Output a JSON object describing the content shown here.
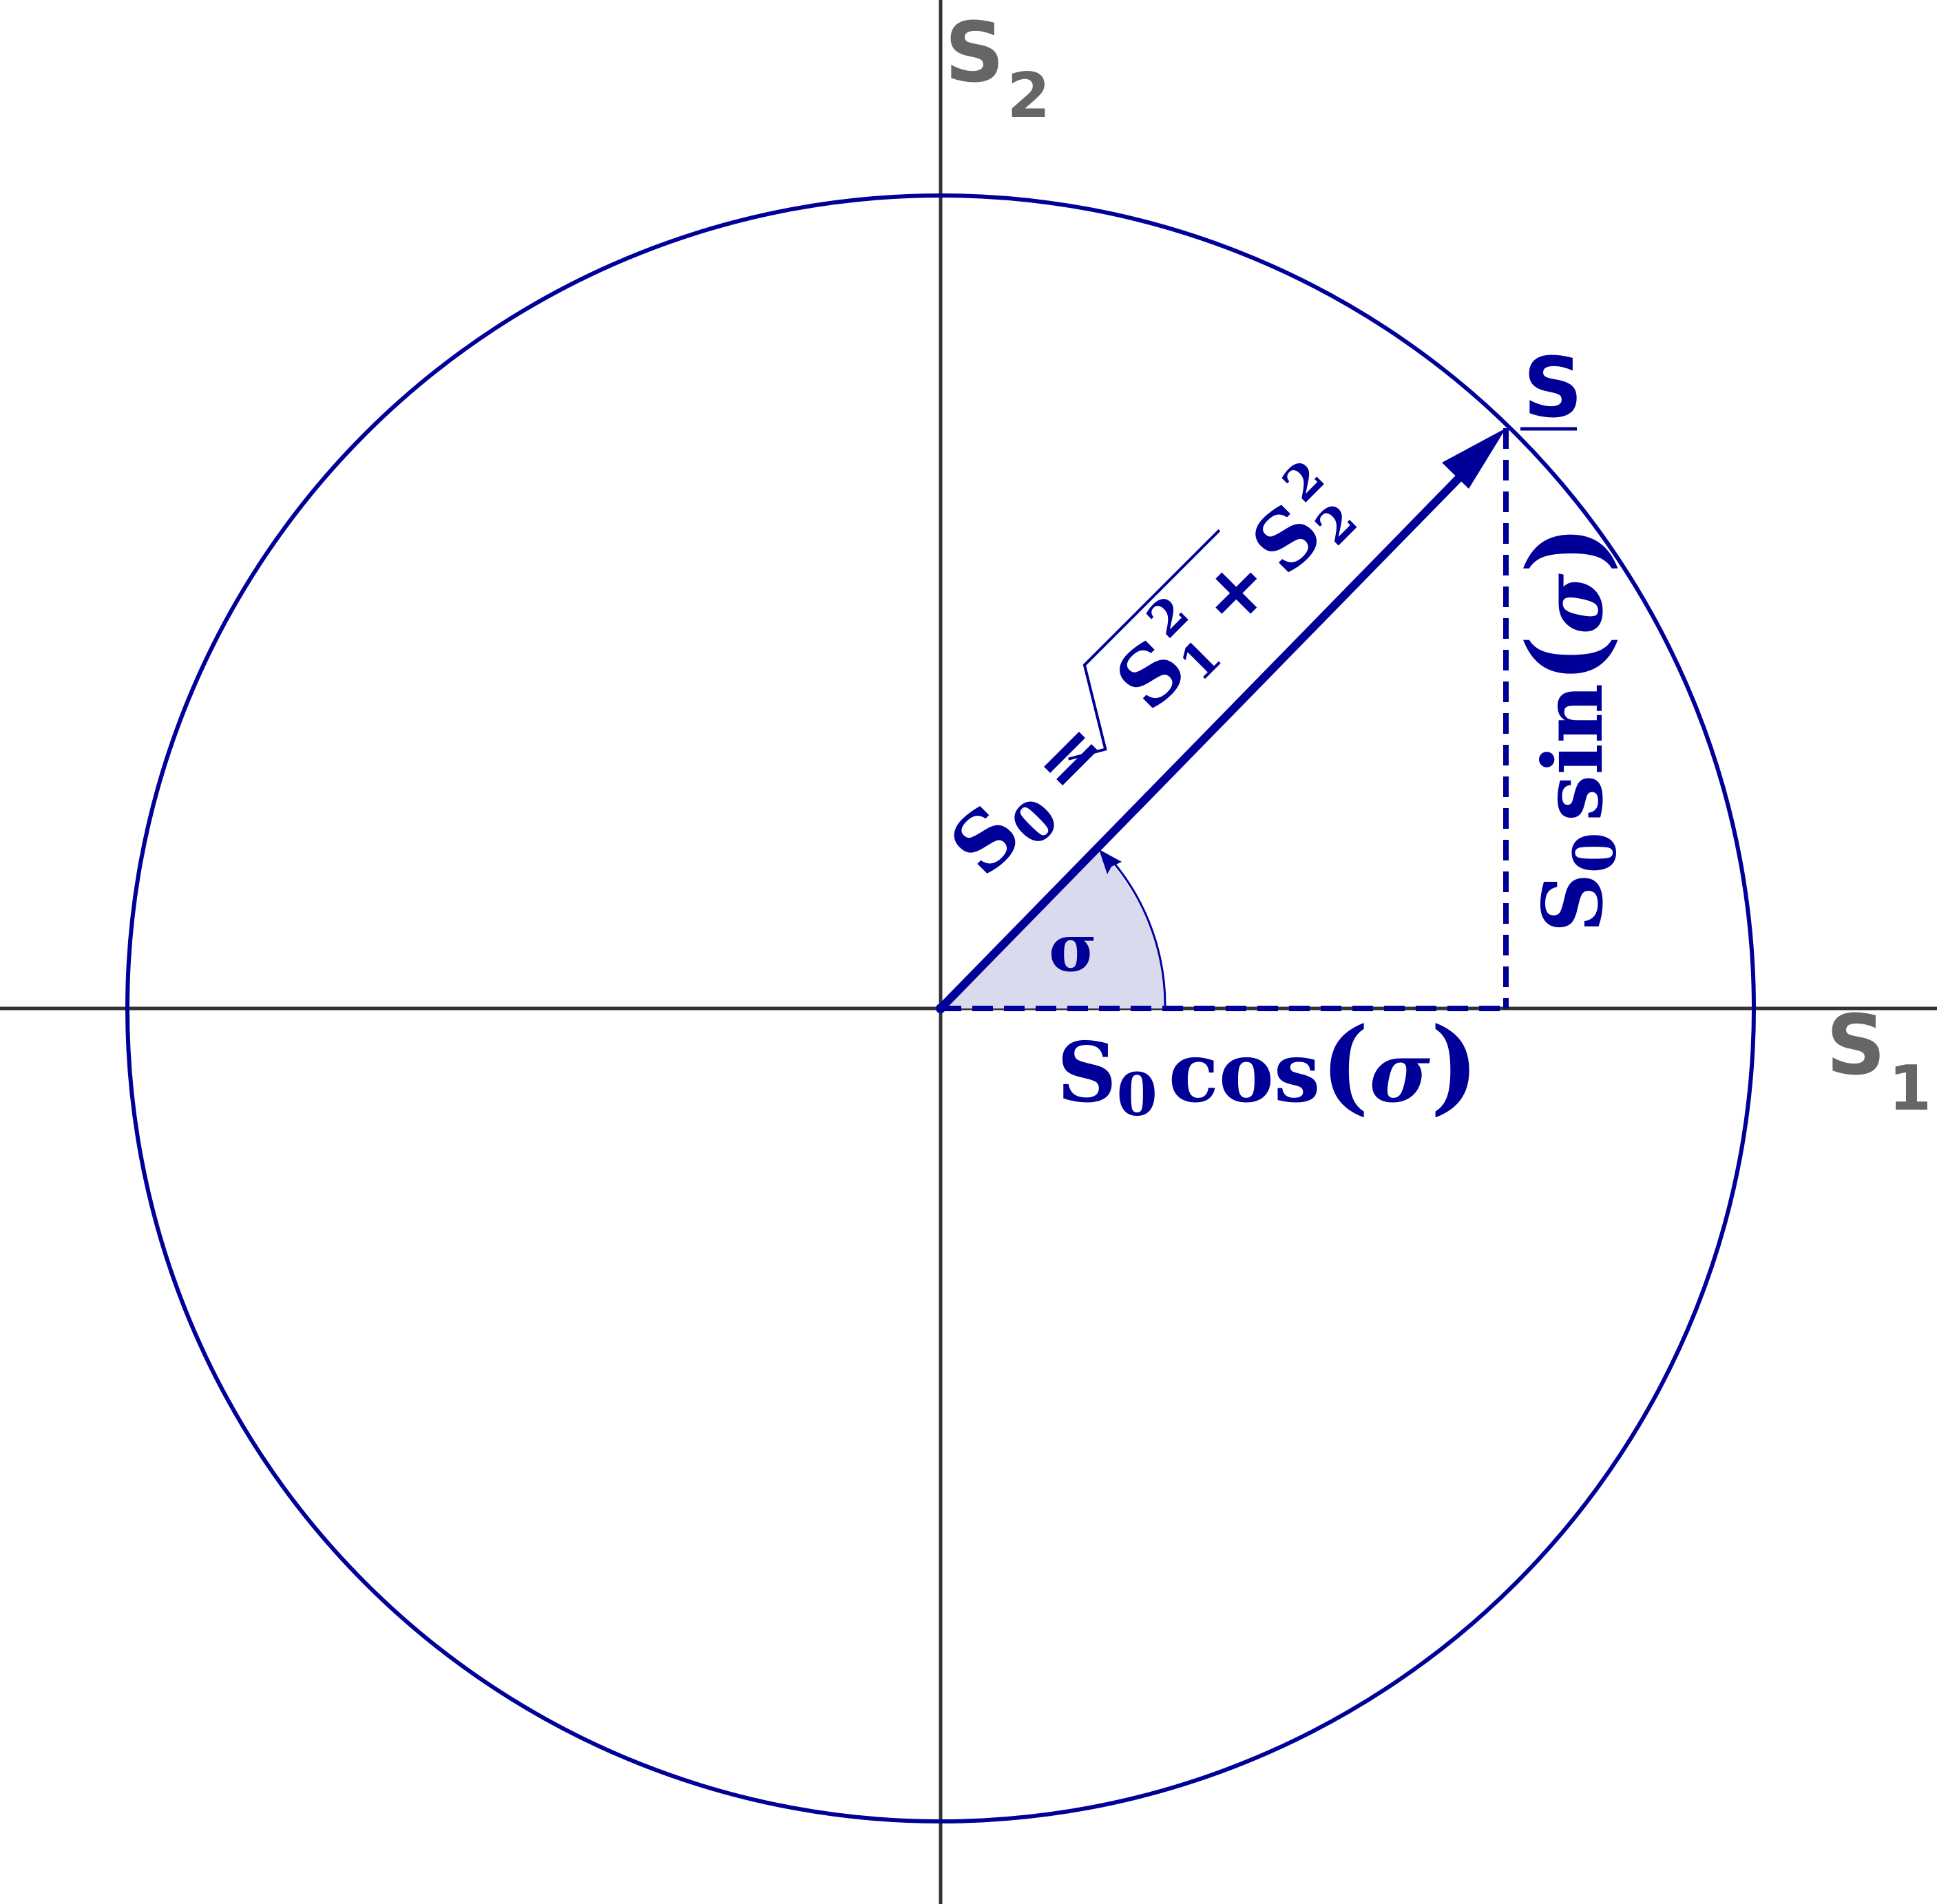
{
  "colors": {
    "axis": "#333333",
    "axis_label": "#666666",
    "primary": "#000099",
    "angle_fill": "#dadaee",
    "background": "#ffffff"
  },
  "axes": {
    "x_label": {
      "base": "S",
      "sub": "1"
    },
    "y_label": {
      "base": "S",
      "sub": "2"
    }
  },
  "vector": {
    "label": "S"
  },
  "angle": {
    "symbol": "σ"
  },
  "formulas": {
    "magnitude": {
      "lhs": "S",
      "lhs_sub": "0",
      "eq": "=",
      "term1": "S",
      "term1_sub": "1",
      "term1_sup": "2",
      "plus": "+",
      "term2": "S",
      "term2_sub": "2",
      "term2_sup": "2"
    },
    "cos_projection": {
      "coef": "S",
      "coef_sub": "0",
      "func": "cos",
      "open": "(",
      "arg": "σ",
      "close": ")"
    },
    "sin_projection": {
      "coef": "S",
      "coef_sub": "0",
      "func": "sin",
      "open": "(",
      "arg": "σ",
      "close": ")"
    }
  }
}
